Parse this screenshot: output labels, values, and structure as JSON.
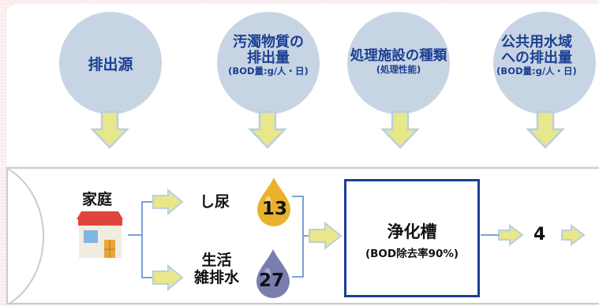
{
  "headers": [
    {
      "lines": [
        "排出源"
      ],
      "sub": ""
    },
    {
      "lines": [
        "汚濁物質の",
        "排出量"
      ],
      "sub": "(BOD量:g/人・日)"
    },
    {
      "lines": [
        "処理施設の種類"
      ],
      "sub": "(処理性能)"
    },
    {
      "lines": [
        "公共用水域",
        "への排出量"
      ],
      "sub": "(BOD量:g/人・日)"
    }
  ],
  "source": {
    "label": "家庭"
  },
  "flows": [
    {
      "label": "し尿",
      "value": "13",
      "drop_color": "#e9b12c"
    },
    {
      "label_line1": "生活",
      "label_line2": "雑排水",
      "value": "27",
      "drop_color": "#7a7eaf"
    }
  ],
  "facility": {
    "name": "浄化槽",
    "performance": "(BOD除去率90%)"
  },
  "output": {
    "value": "4"
  },
  "colors": {
    "arrow_fill": "#e8e78a",
    "arrow_stroke": "#b8cfe3",
    "header_text": "#1c3f92",
    "circle": "#c7d4e3",
    "connector": "#7aa3d1"
  }
}
